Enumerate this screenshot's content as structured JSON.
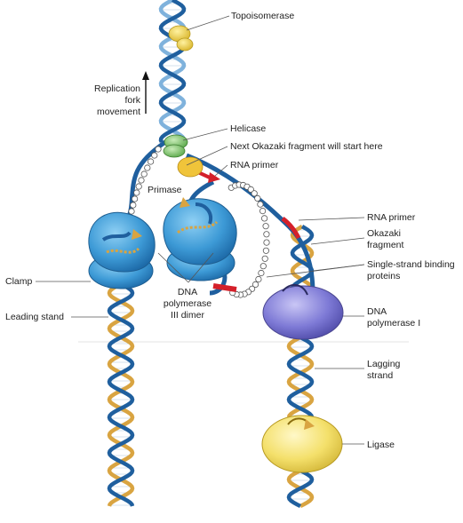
{
  "labels": {
    "topoisomerase": "Topoisomerase",
    "replication_fork_movement": [
      "Replication",
      "fork",
      "movement"
    ],
    "helicase": "Helicase",
    "next_okazaki": "Next Okazaki fragment will start here",
    "rna_primer_top": "RNA primer",
    "primase": "Primase",
    "rna_primer_right": "RNA primer",
    "okazaki_fragment": [
      "Okazaki",
      "fragment"
    ],
    "ssb_proteins": [
      "Single-strand binding",
      "proteins"
    ],
    "clamp": "Clamp",
    "leading_strand": "Leading stand",
    "dna_pol3_dimer": [
      "DNA",
      "polymerase",
      "III dimer"
    ],
    "dna_pol1": [
      "DNA",
      "polymerase I"
    ],
    "lagging_strand": [
      "Lagging",
      "strand"
    ],
    "ligase": "Ligase"
  },
  "colors": {
    "dark_strand": "#1f5f9e",
    "light_strand": "#7fb2dc",
    "new_strand": "#d9a441",
    "rna_primer": "#d4202a",
    "polymerase_iii": "#3d9ad6",
    "polymerase_i": "#7e7ad6",
    "ligase": "#f4e06b",
    "helicase": "#7cc26b",
    "topoisomerase": "#f2d54a",
    "primase": "#f0c43a"
  }
}
